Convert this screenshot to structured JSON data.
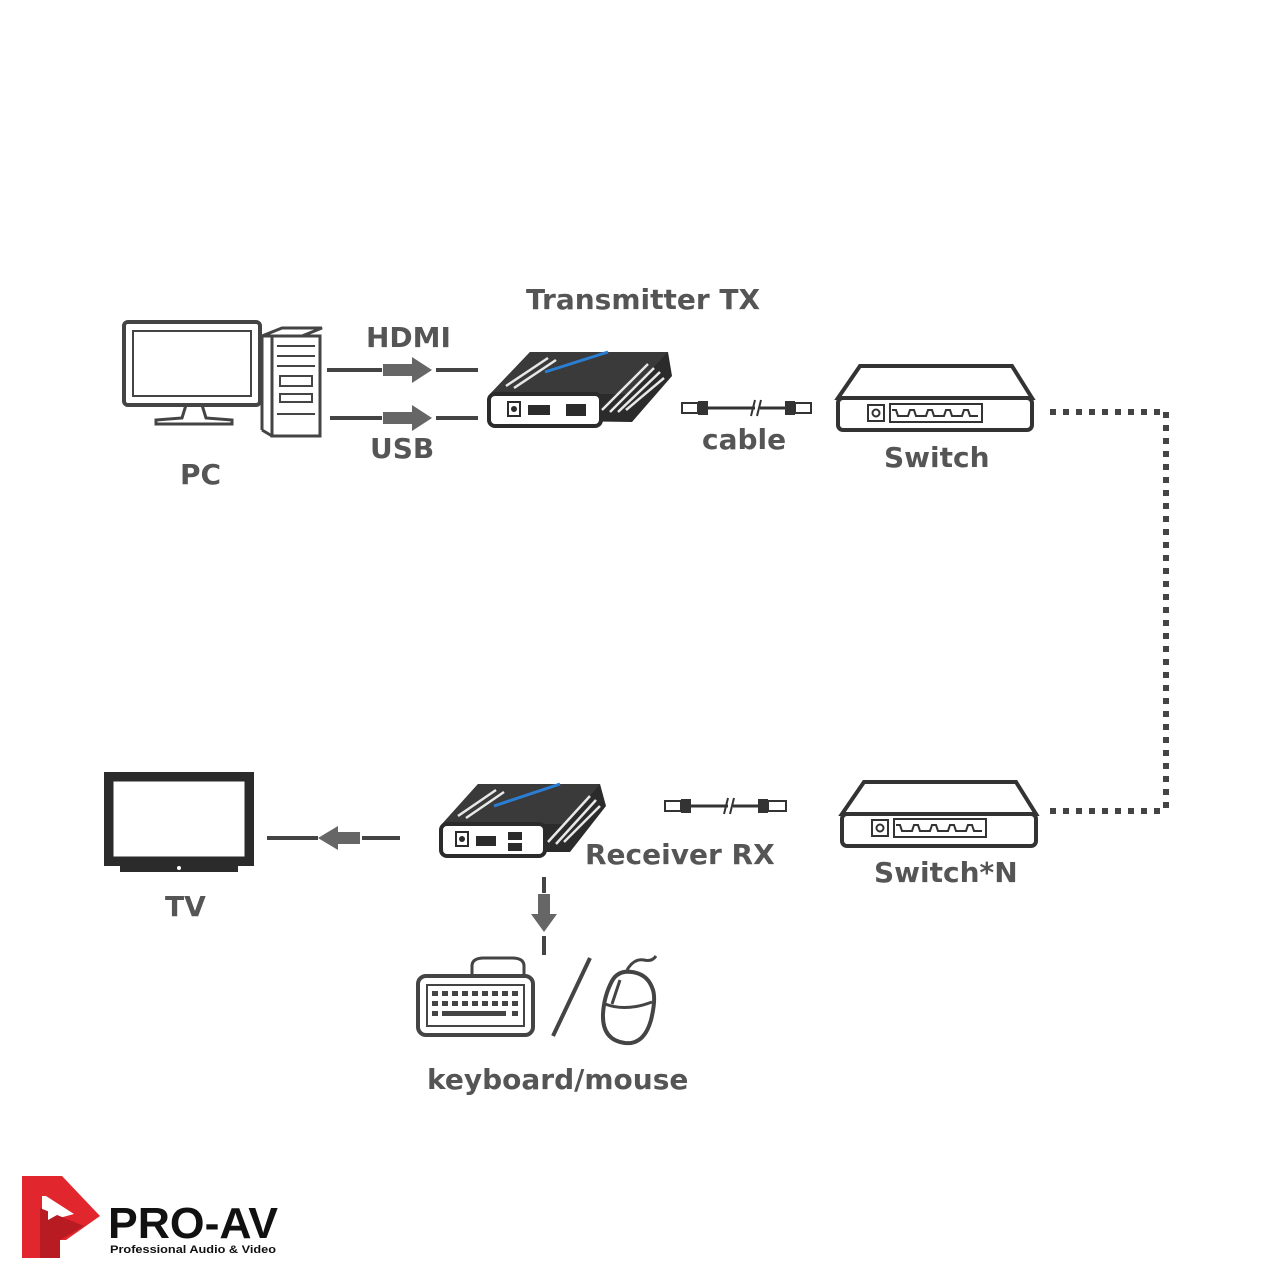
{
  "labels": {
    "transmitter": "Transmitter TX",
    "hdmi": "HDMI",
    "usb": "USB",
    "pc": "PC",
    "cable": "cable",
    "switch": "Switch",
    "switch_n": "Switch*N",
    "receiver": "Receiver RX",
    "tv": "TV",
    "peripherals": "keyboard/mouse"
  },
  "logo": {
    "name": "PRO-AV",
    "tagline": "Professional Audio & Video",
    "brand_color": "#e1262d"
  },
  "colors": {
    "label": "#555555",
    "line": "#444444",
    "arrow": "#666666",
    "device_dark": "#2b2b2b",
    "accent_blue": "#2a7fd4"
  }
}
